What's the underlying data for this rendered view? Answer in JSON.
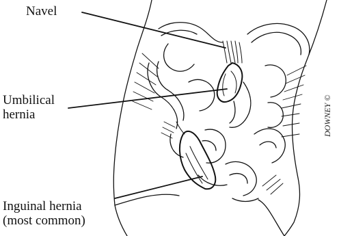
{
  "labels": {
    "navel": "Navel",
    "umbilical_line1": "Umbilical",
    "umbilical_line2": "hernia",
    "inguinal_line1": "Inguinal hernia",
    "inguinal_line2": "(most common)"
  },
  "signature": "DOWNEY ©",
  "colors": {
    "ink": "#111111",
    "background": "#ffffff"
  }
}
